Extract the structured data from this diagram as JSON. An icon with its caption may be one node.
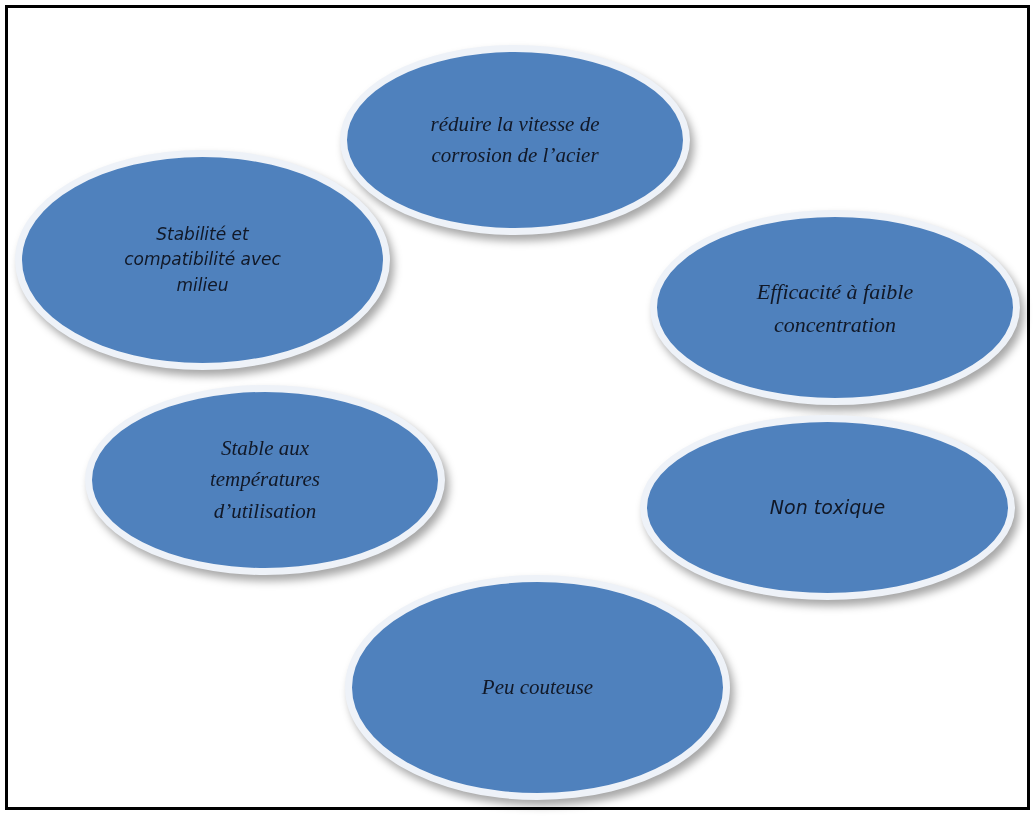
{
  "diagram": {
    "nodes": [
      {
        "text": [
          "réduire la vitesse de corrosion de l’acier"
        ]
      },
      {
        "text": [
          "Stabilité et compatibilité avec milieu"
        ]
      },
      {
        "text": [
          "Efficacité à faible concentration"
        ]
      },
      {
        "text": [
          "Stable aux températures d’utilisation"
        ]
      },
      {
        "text": [
          "Non toxique"
        ]
      },
      {
        "text": [
          "Peu couteuse"
        ]
      }
    ]
  }
}
